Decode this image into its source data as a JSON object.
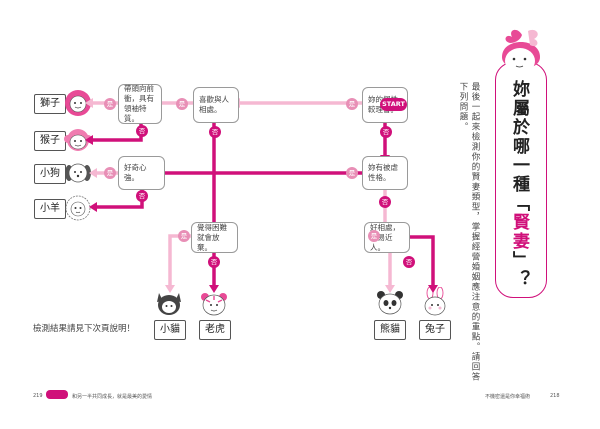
{
  "title": {
    "line1": "妳屬於哪一種",
    "quote_open": "「",
    "highlight": "賢妻",
    "quote_close": "」",
    "question": "？"
  },
  "intro": "最後一起來檢測你的賢妻類型，掌握經營婚姻應注意的重點。請回答下列問題。",
  "start_label": "START",
  "yes_label": "是",
  "no_label": "否",
  "questions": {
    "q_lead": "帶頭向前衝，具有領袖特質。",
    "q_likes_people": "喜歡與人相處。",
    "q_rational": "妳的個性較理智。",
    "q_curious": "好奇心強。",
    "q_persecuted": "妳有被虐性格。",
    "q_trouble": "覺得困難就會放棄。",
    "q_easygoing": "好相處，平易近人。"
  },
  "results": {
    "lion": "獅子",
    "monkey": "猴子",
    "dog": "小狗",
    "sheep": "小羊",
    "cat": "小貓",
    "tiger": "老虎",
    "panda": "熊貓",
    "rabbit": "兔子"
  },
  "note": "檢測結果請見下次頁說明！",
  "footer": {
    "left_page": "219",
    "left_title": "和另一半共同成長，就是最美的愛情",
    "right_title": "不機密還是你幸福術",
    "right_page": "218"
  },
  "colors": {
    "magenta": "#d0107a",
    "pink": "#e88fb6",
    "light_pink": "#f5b8d2",
    "gray_border": "#9a9a9a"
  }
}
